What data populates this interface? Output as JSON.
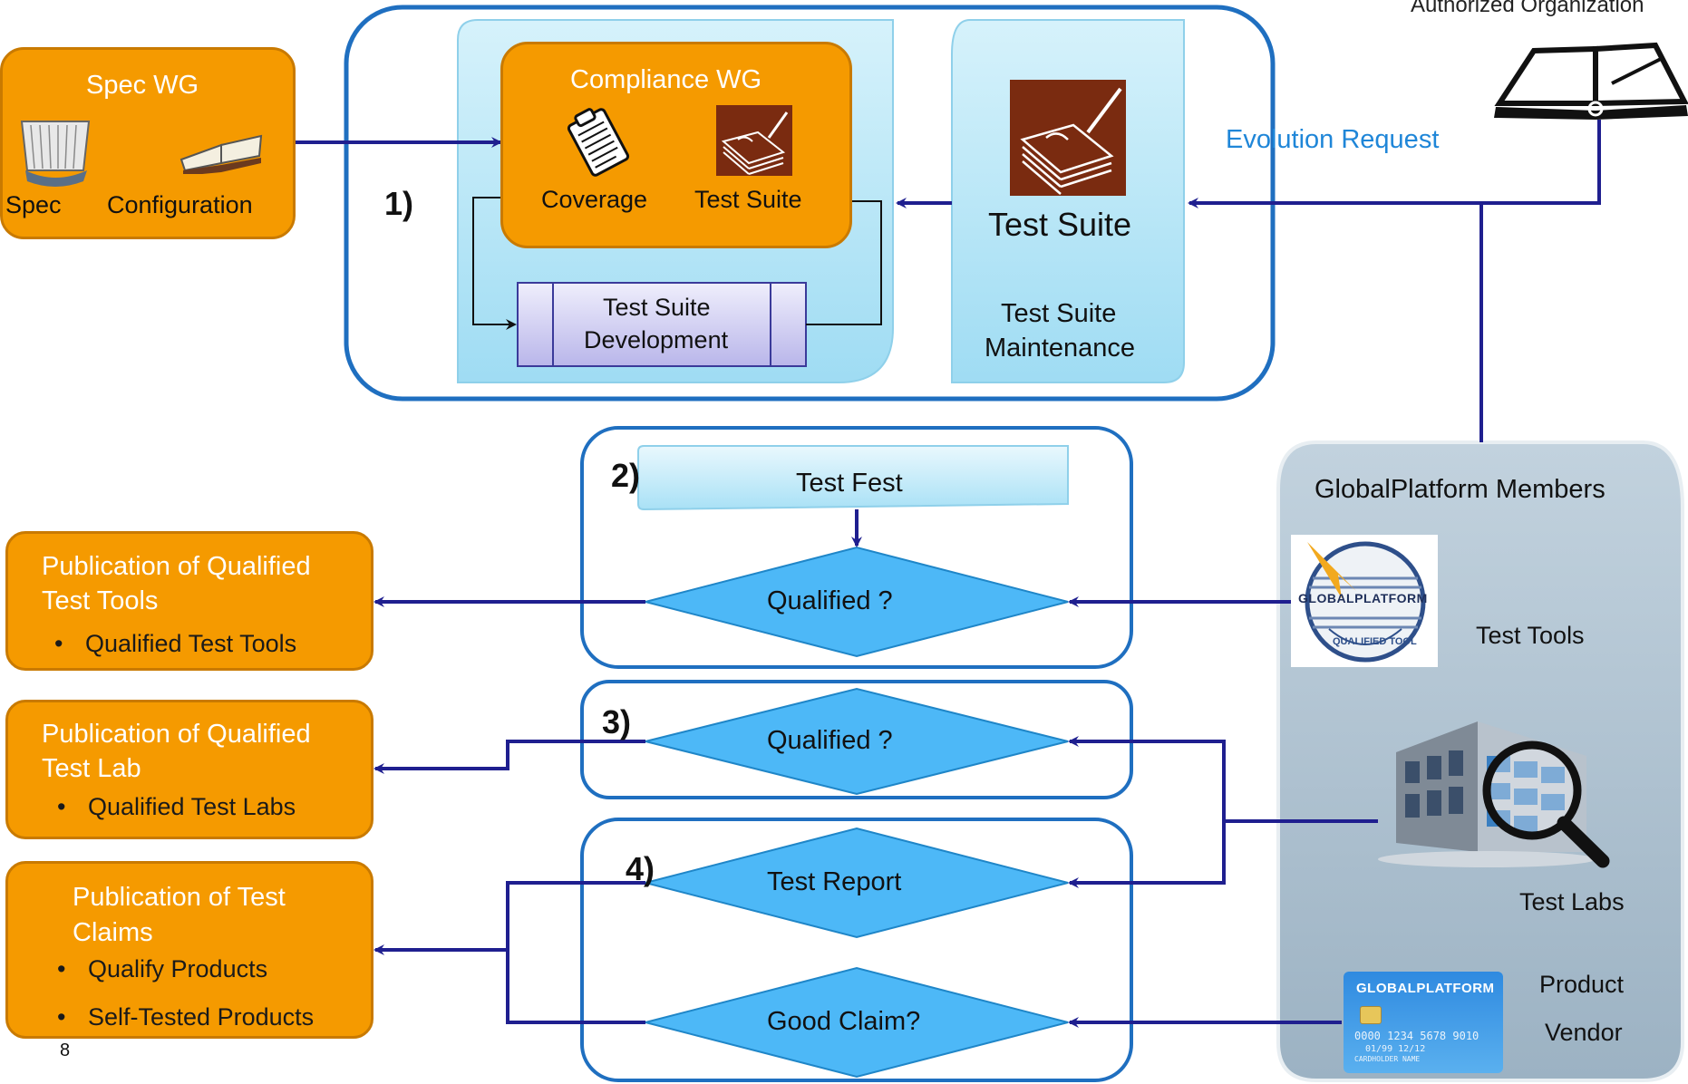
{
  "authorized_org": "Authorized Organization",
  "evolution_request": "Evolution Request",
  "spec_wg": {
    "title": "Spec WG",
    "spec": "Spec",
    "configuration": "Configuration"
  },
  "step1": {
    "label": "1)",
    "compliance_wg": "Compliance WG",
    "coverage": "Coverage",
    "test_suite_small": "Test Suite",
    "dev_line1": "Test Suite",
    "dev_line2": "Development",
    "test_suite_big": "Test Suite",
    "maint_line1": "Test Suite",
    "maint_line2": "Maintenance"
  },
  "step2": {
    "label": "2)",
    "test_fest": "Test Fest",
    "qualified": "Qualified ?"
  },
  "step3": {
    "label": "3)",
    "qualified": "Qualified ?"
  },
  "step4": {
    "label": "4)",
    "test_report": "Test Report",
    "good_claim": "Good Claim?"
  },
  "pub_tools": {
    "line1": "Publication of Qualified",
    "line2": "Test Tools",
    "bullet": "Qualified Test Tools"
  },
  "pub_labs": {
    "line1": "Publication of Qualified",
    "line2": "Test Lab",
    "bullet": "Qualified Test Labs"
  },
  "pub_claims": {
    "line1": "Publication of Test",
    "line2": "Claims",
    "bullet1": "Qualify Products",
    "bullet2": "Self-Tested Products"
  },
  "members": {
    "title": "GlobalPlatform Members",
    "test_tools": "Test Tools",
    "test_labs": "Test Labs",
    "product": "Product",
    "vendor": "Vendor",
    "logo_text": "GLOBALPLATFORM",
    "logo_subtext": "QUALIFIED TOOL",
    "card_brand": "GLOBALPLATFORM",
    "card_number": "0000 1234 5678 9010",
    "card_details": "01/99 12/12",
    "card_holder": "CARDHOLDER NAME"
  },
  "page_number": "8",
  "colors": {
    "orange": "#f59a00",
    "navy": "#1f1f8f",
    "blue_frame": "#1f6fc0",
    "diamond": "#4db8f7",
    "members_bg": "#a8bccb"
  }
}
